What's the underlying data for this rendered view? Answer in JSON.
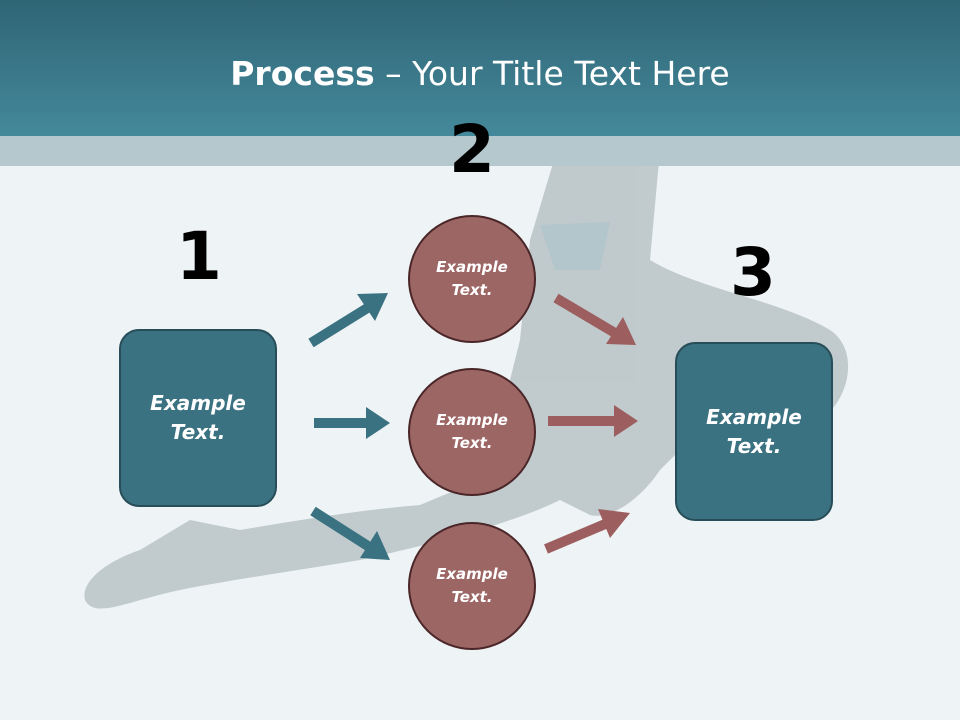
{
  "slide": {
    "title_bold": "Process",
    "title_rest": " – Your Title Text Here"
  },
  "steps": {
    "one": "1",
    "two": "2",
    "three": "3"
  },
  "nodes": {
    "left_box": [
      "Example",
      "Text."
    ],
    "circle_top": [
      "Example",
      "Text."
    ],
    "circle_middle": [
      "Example",
      "Text."
    ],
    "circle_bottom": [
      "Example",
      "Text."
    ],
    "right_box": [
      "Example",
      "Text."
    ]
  },
  "colors": {
    "header": "#3d7d8f",
    "box_fill": "#3b7282",
    "circle_fill": "#9c6665",
    "arrow_teal": "#3a7282",
    "arrow_red": "#9c5e5e"
  }
}
